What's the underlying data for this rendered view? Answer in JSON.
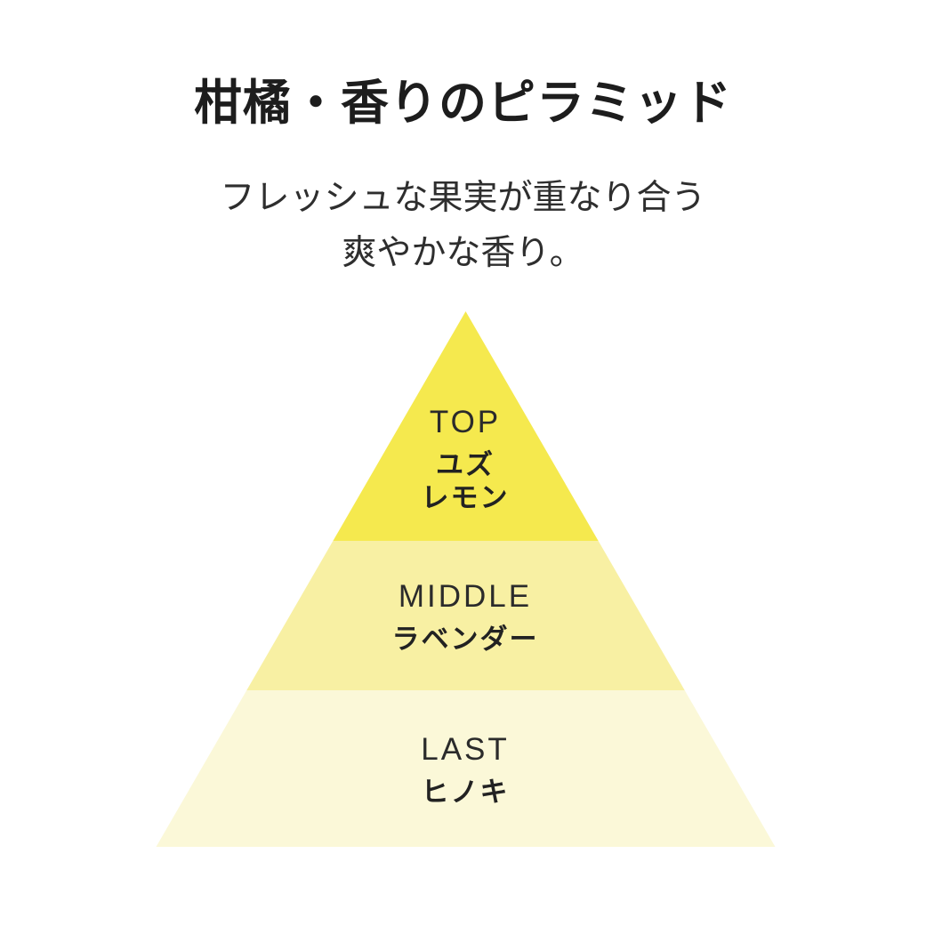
{
  "header": {
    "title": "柑橘・香りのピラミッド",
    "subtitle_line1": "フレッシュな果実が重なり合う",
    "subtitle_line2": "爽やかな香り。"
  },
  "pyramid": {
    "tiers": [
      {
        "label": "TOP",
        "notes": [
          "ユズ",
          "レモン"
        ],
        "color": "#F5E94E"
      },
      {
        "label": "MIDDLE",
        "notes": [
          "ラベンダー"
        ],
        "color": "#F8F0A3"
      },
      {
        "label": "LAST",
        "notes": [
          "ヒノキ"
        ],
        "color": "#FBF8D8"
      }
    ]
  },
  "colors": {
    "background": "#FFFFFF",
    "title_text": "#1D1D1D",
    "subtitle_text": "#2E2E2E",
    "tier_label_text": "#2B2B2B"
  }
}
